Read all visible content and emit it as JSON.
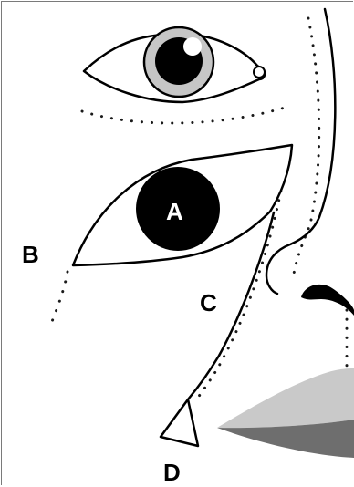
{
  "labels": {
    "a": "A",
    "b": "B",
    "c": "C",
    "d": "D"
  },
  "colors": {
    "stroke": "#000000",
    "iris": "#c6c6c6",
    "pupil": "#000000",
    "highlight": "#ffffff",
    "lip_upper": "#c9c9c9",
    "lip_lower": "#6e6e6e",
    "dots": "#1a1a1a"
  }
}
